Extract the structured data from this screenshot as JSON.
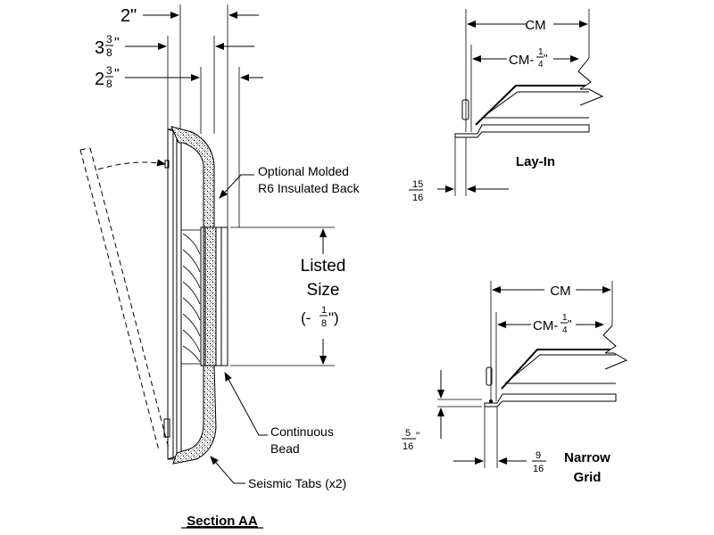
{
  "section_aa": {
    "title": "Section AA",
    "dim_top": "2\"",
    "dim_3": {
      "whole": "3",
      "num": "3",
      "den": "8",
      "unit": "\""
    },
    "dim_2": {
      "whole": "2",
      "num": "3",
      "den": "8",
      "unit": "\""
    },
    "listed_size": [
      "Listed",
      "Size"
    ],
    "listed_tol": {
      "prefix": "(- ",
      "num": "1",
      "den": "8",
      "suffix": "\")"
    },
    "callout_back": [
      "Optional Molded",
      "R6 Insulated Back"
    ],
    "callout_bead": [
      "Continuous",
      "Bead"
    ],
    "callout_tabs": "Seismic Tabs (x2)"
  },
  "lay_in": {
    "title": "Lay-In",
    "cm": "CM",
    "cm_minus": {
      "prefix": "CM-",
      "num": "1",
      "den": "4",
      "suffix": "\""
    },
    "gap": {
      "num": "15",
      "den": "16"
    }
  },
  "narrow_grid": {
    "title": [
      "Narrow",
      "Grid"
    ],
    "cm": "CM",
    "cm_minus": {
      "prefix": "CM-",
      "num": "1",
      "den": "4",
      "suffix": "\""
    },
    "gap_v": {
      "num": "5",
      "den": "16",
      "suffix": "\""
    },
    "gap_h": {
      "num": "9",
      "den": "16"
    }
  }
}
